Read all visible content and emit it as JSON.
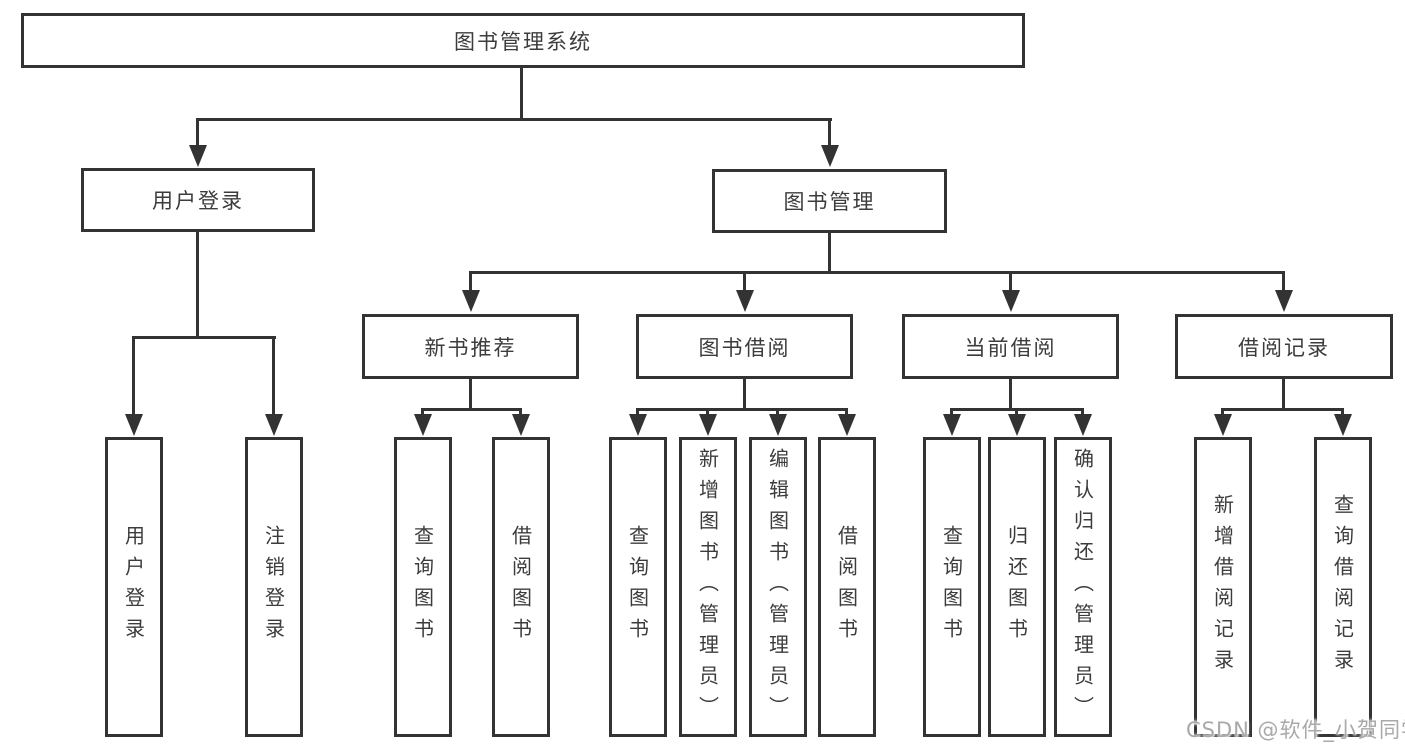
{
  "colors": {
    "line": "#333333",
    "text": "#3c3c3c",
    "watermark": "#a9a9a9",
    "background": "#ffffff"
  },
  "diagram": {
    "root": "图书管理系统",
    "user_login": {
      "label": "用户登录",
      "children": {
        "login": "用户登录",
        "logout": "注销登录"
      }
    },
    "book_mgmt": {
      "label": "图书管理",
      "children": {
        "new_books": {
          "label": "新书推荐",
          "children": {
            "query": "查询图书",
            "borrow": "借阅图书"
          }
        },
        "book_borrow": {
          "label": "图书借阅",
          "children": {
            "query": "查询图书",
            "add": "新增图书（管理员）",
            "edit": "编辑图书（管理员）",
            "borrow": "借阅图书"
          }
        },
        "current_borrow": {
          "label": "当前借阅",
          "children": {
            "query": "查询图书",
            "return": "归还图书",
            "confirm": "确认归还（管理员）"
          }
        },
        "borrow_records": {
          "label": "借阅记录",
          "children": {
            "add": "新增借阅记录",
            "query": "查询借阅记录"
          }
        }
      }
    }
  },
  "watermark": "CSDN @软件_小贺同学"
}
